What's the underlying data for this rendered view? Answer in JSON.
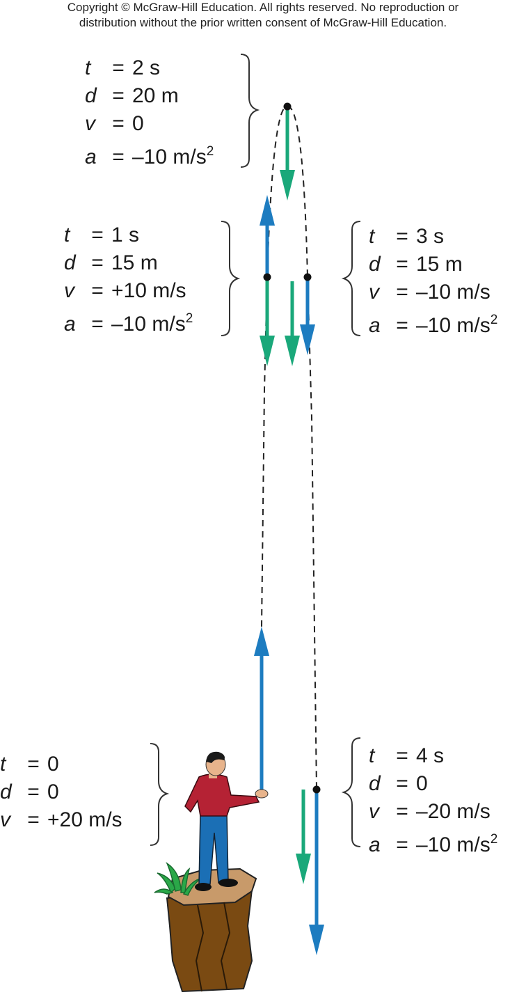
{
  "copyright": {
    "line1": "Copyright © McGraw-Hill Education.  All rights reserved. No reproduction or",
    "line2": "distribution without the prior written consent of McGraw-Hill Education."
  },
  "colors": {
    "velocity_arrow": "#1d7cc0",
    "acceleration_arrow": "#1aa87a",
    "path": "#222222",
    "rock": "#7a4a12",
    "rock_top": "#c89a6a",
    "shirt": "#b52234",
    "pants": "#1b6fb5",
    "grass": "#2aa848"
  },
  "states": {
    "t0": {
      "t": {
        "var": "t",
        "eq": "=",
        "val": "0"
      },
      "d": {
        "var": "d",
        "eq": "=",
        "val": "0"
      },
      "v": {
        "var": "v",
        "eq": "=",
        "val": "+20 m/s"
      }
    },
    "t1": {
      "t": {
        "var": "t",
        "eq": "=",
        "val": "1 s"
      },
      "d": {
        "var": "d",
        "eq": "=",
        "val": "15 m"
      },
      "v": {
        "var": "v",
        "eq": "=",
        "val": "+10 m/s"
      },
      "a": {
        "var": "a",
        "eq": "=",
        "val": "–10 m/s",
        "sup": "2"
      }
    },
    "t2": {
      "t": {
        "var": "t",
        "eq": "=",
        "val": "2 s"
      },
      "d": {
        "var": "d",
        "eq": "=",
        "val": "20 m"
      },
      "v": {
        "var": "v",
        "eq": "=",
        "val": "0"
      },
      "a": {
        "var": "a",
        "eq": "=",
        "val": "–10 m/s",
        "sup": "2"
      }
    },
    "t3": {
      "t": {
        "var": "t",
        "eq": "=",
        "val": "3 s"
      },
      "d": {
        "var": "d",
        "eq": "=",
        "val": "15 m"
      },
      "v": {
        "var": "v",
        "eq": "=",
        "val": "–10 m/s"
      },
      "a": {
        "var": "a",
        "eq": "=",
        "val": "–10 m/s",
        "sup": "2"
      }
    },
    "t4": {
      "t": {
        "var": "t",
        "eq": "=",
        "val": "4 s"
      },
      "d": {
        "var": "d",
        "eq": "=",
        "val": "0"
      },
      "v": {
        "var": "v",
        "eq": "=",
        "val": "–20 m/s"
      },
      "a": {
        "var": "a",
        "eq": "=",
        "val": "–10 m/s",
        "sup": "2"
      }
    }
  }
}
